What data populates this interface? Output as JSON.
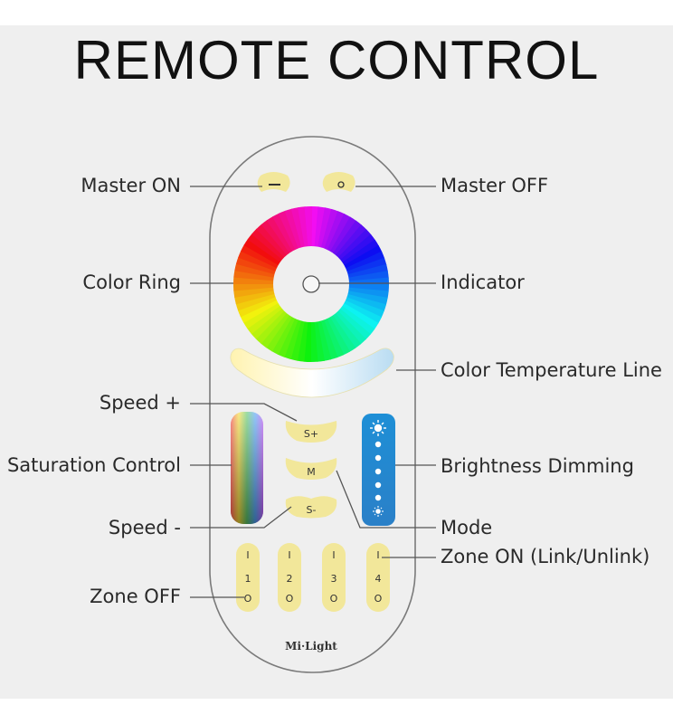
{
  "title": "REMOTE CONTROL",
  "labels": {
    "master_on": "Master ON",
    "master_off": "Master OFF",
    "color_ring": "Color Ring",
    "indicator": "Indicator",
    "color_temperature_line": "Color Temperature Line",
    "speed_plus": "Speed +",
    "saturation_control": "Saturation Control",
    "brightness_dimming": "Brightness Dimming",
    "speed_minus": "Speed -",
    "mode": "Mode",
    "zone_on": "Zone ON (Link/Unlink)",
    "zone_off": "Zone OFF"
  },
  "buttons": {
    "master_on_symbol": "–",
    "master_off_symbol": "o",
    "speed_plus": "S+",
    "mode": "M",
    "speed_minus": "S-",
    "zone_on_symbol": "I",
    "zone_off_symbol": "O",
    "zones": [
      "1",
      "2",
      "3",
      "4"
    ]
  },
  "brand": "Mi·Light",
  "colors": {
    "button_yellow": "#f2e79a",
    "brightness_blue": "#1f8fd2",
    "remote_outline": "#777777",
    "background": "#efefef"
  }
}
